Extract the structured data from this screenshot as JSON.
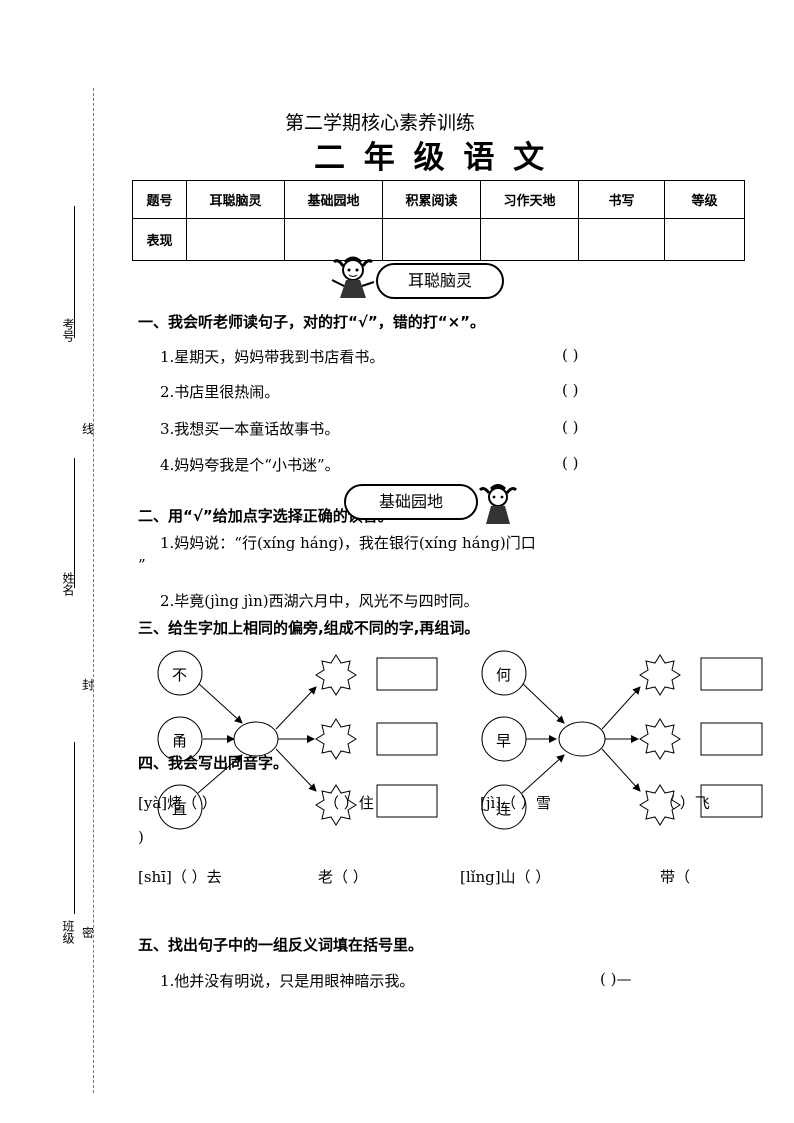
{
  "header": {
    "subtitle": "第二学期核心素养训练",
    "title": "二 年 级 语 文"
  },
  "score_table": {
    "row1": [
      "题号",
      "耳聪脑灵",
      "基础园地",
      "积累阅读",
      "习作天地",
      "书写",
      "等级"
    ],
    "row2_label": "表现"
  },
  "side": {
    "kaohao": "考号",
    "xian": "线",
    "xingming": "姓名",
    "feng": "封",
    "banji": "班级",
    "mi": "密"
  },
  "badges": {
    "b1": "耳聪脑灵",
    "b2": "基础园地"
  },
  "s1": {
    "title": "一、我会听老师读句子，对的打“√”，错的打“×”。",
    "items": [
      "1.星期天，妈妈带我到书店看书。",
      "2.书店里很热闹。",
      "3.我想买一本童话故事书。",
      "4.妈妈夸我是个“小书迷”。"
    ],
    "paren": "(      )"
  },
  "s2": {
    "title": "二、用“√”给加点字选择正确的读音。",
    "line1": "1.妈妈说：“行(xíng  háng)，我在银行(xíng  háng)门口",
    "line1b": "”",
    "line2": "2.毕竟(jìng  jìn)西湖六月中，风光不与四时同。"
  },
  "s3": {
    "title": "三、给生字加上相同的偏旁,组成不同的字,再组词。",
    "left": [
      "不",
      "甬",
      "直"
    ],
    "right": [
      "何",
      "早",
      "连"
    ]
  },
  "s4": {
    "title": "四、我会写出同音字。",
    "row1": [
      "[yà]烤（    ）",
      "（    ）住",
      "[jì]（    ）雪",
      "（    ）飞"
    ],
    "row1b": ")",
    "row2": [
      "[shī]（    ）去",
      "老（    ）",
      "[lǐng]山（    ）",
      "带（"
    ]
  },
  "s5": {
    "title": "五、找出句子中的一组反义词填在括号里。",
    "line1": "1.他并没有明说，只是用眼神暗示我。",
    "line1_paren": "(          )—"
  }
}
